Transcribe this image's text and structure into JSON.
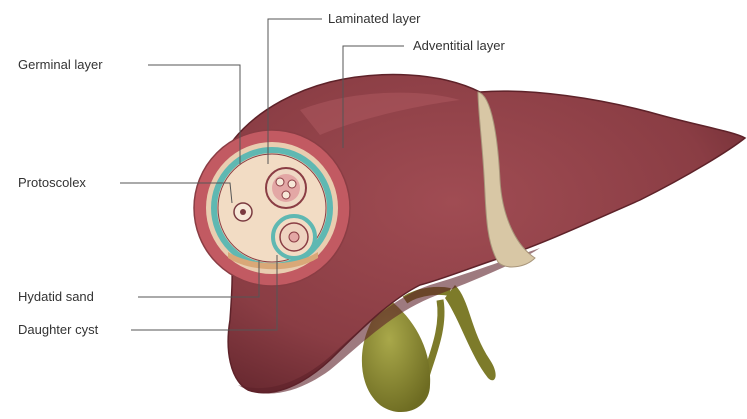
{
  "labels": {
    "laminated_layer": "Laminated layer",
    "adventitial_layer": "Adventitial layer",
    "germinal_layer": "Germinal layer",
    "protoscolex": "Protoscolex",
    "hydatid_sand": "Hydatid sand",
    "daughter_cyst": "Daughter cyst"
  },
  "colors": {
    "liver": "#8a3d44",
    "liver_dark": "#5e2229",
    "ligament": "#d8c7a5",
    "gallbladder": "#8e8c2e",
    "adventitial": "#c25a62",
    "laminated": "#5fb8b2",
    "cyst_fluid": "#f2dcc4",
    "leader_line": "#555555"
  }
}
